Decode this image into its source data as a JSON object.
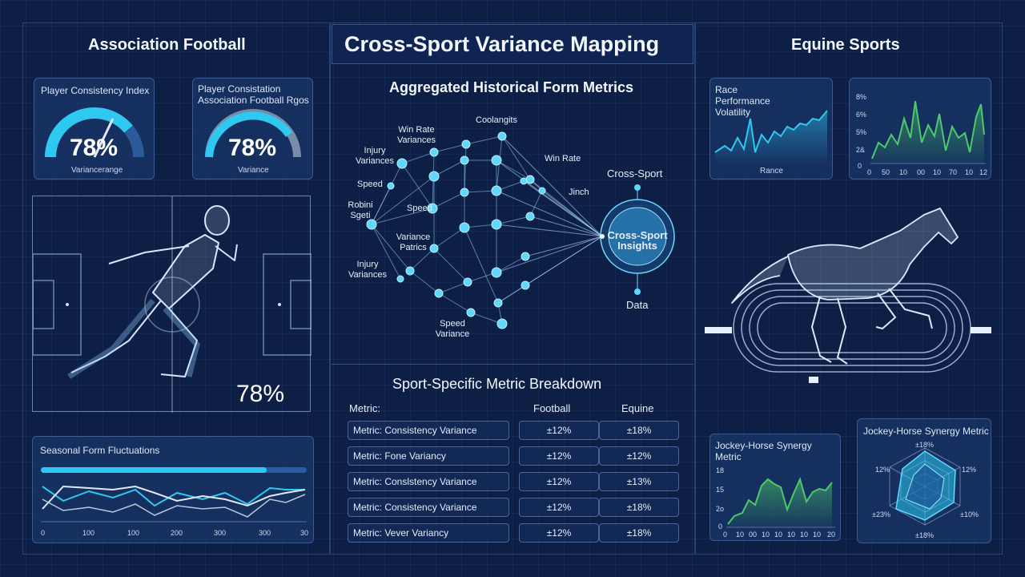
{
  "header": {
    "title": "Cross-Sport Variance Mapping"
  },
  "left": {
    "title": "Association Football",
    "gauge1": {
      "title": "Player Consistency Index",
      "value": "78%",
      "caption": "Variancerange",
      "fraction": 0.78
    },
    "gauge2": {
      "title": "Player Consistation Association Football Rgos",
      "value": "78%",
      "caption": "Variance",
      "fraction": 0.78
    },
    "field_value": "78%",
    "seasonal": {
      "title": "Seasonal Form Fluctuations",
      "ticks": [
        "0",
        "100",
        "100",
        "200",
        "300",
        "300",
        "30"
      ]
    }
  },
  "middle": {
    "network_title": "Aggregated Historical Form Metrics",
    "labels": {
      "win_rate_variances": "Win Rate Variances",
      "coolangits": "Coolangits",
      "injury_variances_top": "Injury Variances",
      "win_rate": "Win Rate",
      "speed_left": "Speed",
      "jinch": "Jinch",
      "robini": "Robini Sgeti",
      "speed_center": "Speed",
      "variance_patrics": "Variance Patrics",
      "injury_variances_bottom": "Injury Variances",
      "speed_variance": "Speed Variance",
      "cross_sport": "Cross-Sport",
      "hub": "Cross-Sport Insights",
      "data": "Data"
    },
    "breakdown": {
      "title": "Sport-Specific Metric Breakdown",
      "headers": {
        "metric": "Metric:",
        "football": "Football",
        "equine": "Equine"
      },
      "rows": [
        {
          "metric": "Metric: Consistency Variance",
          "football": "±12%",
          "equine": "±18%"
        },
        {
          "metric": "Metric: Fone Variancy",
          "football": "±12%",
          "equine": "±12%"
        },
        {
          "metric": "Metric: Conslstency Variance",
          "football": "±12%",
          "equine": "±13%"
        },
        {
          "metric": "Metric: Consistency Variance",
          "football": "±12%",
          "equine": "±18%"
        },
        {
          "metric": "Metric: Vever Variancy",
          "football": "±12%",
          "equine": "±18%"
        }
      ]
    }
  },
  "right": {
    "title": "Equine Sports",
    "race": {
      "title": "Race Performance Volatility",
      "caption": "Rance"
    },
    "green_chart": {
      "y_ticks": [
        "8%",
        "6%",
        "5%",
        "2&",
        "0"
      ],
      "x_ticks": [
        "0",
        "50",
        "10",
        "00",
        "10",
        "70",
        "10",
        "12"
      ]
    },
    "synergy_line": {
      "title": "Jockey-Horse Synergy Metric",
      "y_ticks": [
        "18",
        "15",
        "2o",
        "0"
      ],
      "x_ticks": [
        "0",
        "10",
        "00",
        "10",
        "10",
        "10",
        "10",
        "10",
        "20"
      ]
    },
    "synergy_radar": {
      "title": "Jockey-Horse Synergy Metric",
      "labels": {
        "top": "±18%",
        "left": "12%",
        "right": "12%",
        "bottom_left": "±23%",
        "bottom_right": "±10%",
        "bottom": "±18%"
      }
    }
  },
  "colors": {
    "cyan": "#2ec8f0",
    "green": "#4cc96a",
    "panel": "#1e3c73",
    "bg": "#0d1f45"
  }
}
